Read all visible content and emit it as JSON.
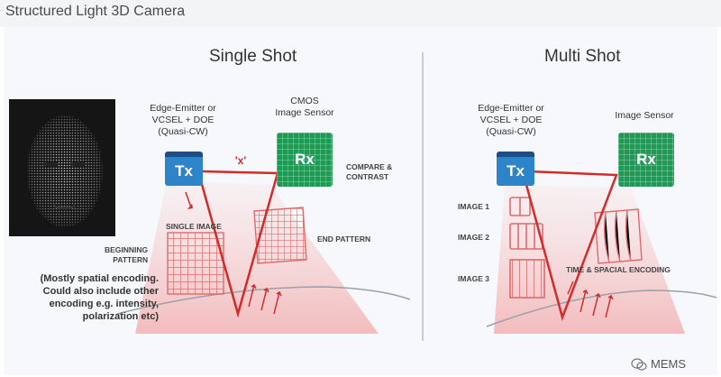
{
  "page_title": "Structured Light 3D Camera",
  "single": {
    "title": "Single Shot",
    "emitter_label": [
      "Edge-Emitter or",
      "VCSEL + DOE",
      "(Quasi-CW)"
    ],
    "sensor_label": [
      "CMOS",
      "Image Sensor"
    ],
    "tx": "Tx",
    "rx": "Rx",
    "x_mark": "'x'",
    "compare": [
      "COMPARE &",
      "CONTRAST"
    ],
    "single_image": "SINGLE IMAGE",
    "end_pattern": "END PATTERN",
    "beginning_pattern": [
      "BEGINNING",
      "PATTERN"
    ],
    "note": [
      "(Mostly spatial encoding.",
      "Could also include other",
      "encoding e.g. intensity,",
      "polarization etc)"
    ]
  },
  "multi": {
    "title": "Multi Shot",
    "emitter_label": [
      "Edge-Emitter or",
      "VCSEL + DOE",
      "(Quasi-CW)"
    ],
    "sensor_label": "Image Sensor",
    "tx": "Tx",
    "rx": "Rx",
    "image1": "IMAGE 1",
    "image2": "IMAGE 2",
    "image3": "IMAGE 3",
    "encoding": "TIME & SPACIAL ENCODING"
  },
  "watermark": "MEMS",
  "colors": {
    "tx": "#2d84c9",
    "rx": "#1e9a55",
    "beam": "#d42a2a",
    "pattern": "#e06a6a"
  }
}
